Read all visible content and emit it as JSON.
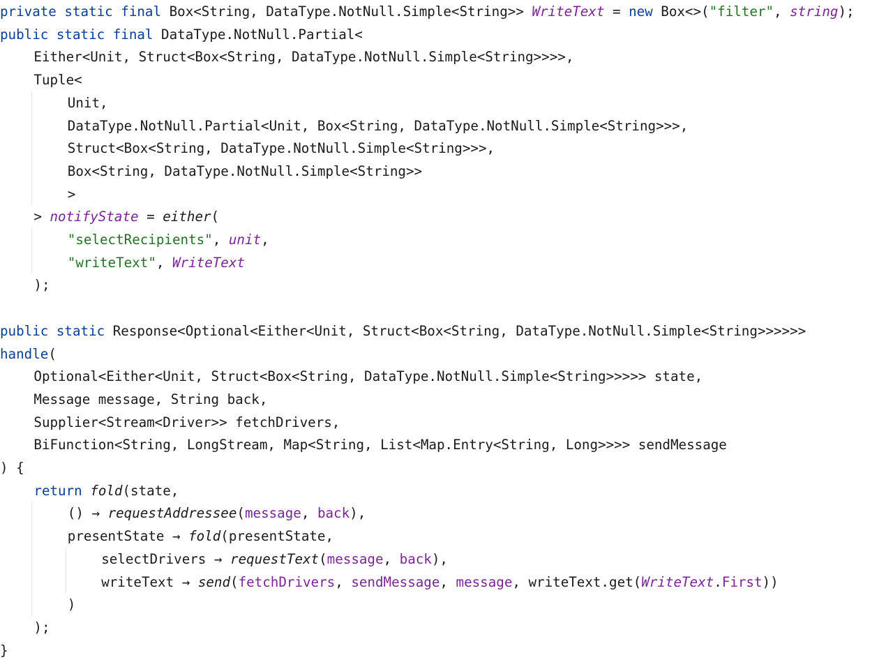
{
  "editor": {
    "colors": {
      "background": "#ffffff",
      "default_text": "#1a1a1a",
      "keyword": "#0b3e96",
      "string": "#217321",
      "field": "#7a2496",
      "indent_guide": "#e6e6e6"
    },
    "lines": [
      {
        "indent": 0,
        "tokens": [
          {
            "t": "private static final",
            "s": "kw"
          },
          {
            "t": " Box<String, DataType.NotNull.Simple<String>> "
          },
          {
            "t": "WriteText",
            "s": "fld ital"
          },
          {
            "t": " = "
          },
          {
            "t": "new",
            "s": "kw"
          },
          {
            "t": " Box<>("
          },
          {
            "t": "\"filter\"",
            "s": "str"
          },
          {
            "t": ", "
          },
          {
            "t": "string",
            "s": "fld ital"
          },
          {
            "t": ");"
          }
        ]
      },
      {
        "indent": 0,
        "tokens": [
          {
            "t": "public static final",
            "s": "kw"
          },
          {
            "t": " DataType.NotNull.Partial<"
          }
        ]
      },
      {
        "indent": 1,
        "tokens": [
          {
            "t": "Either<Unit, Struct<Box<String, DataType.NotNull.Simple<String>>>>,"
          }
        ]
      },
      {
        "indent": 1,
        "tokens": [
          {
            "t": "Tuple<"
          }
        ]
      },
      {
        "indent": 2,
        "tokens": [
          {
            "t": "Unit,"
          }
        ]
      },
      {
        "indent": 2,
        "tokens": [
          {
            "t": "DataType.NotNull.Partial<Unit, Box<String, DataType.NotNull.Simple<String>>>,"
          }
        ]
      },
      {
        "indent": 2,
        "tokens": [
          {
            "t": "Struct<Box<String, DataType.NotNull.Simple<String>>>,"
          }
        ]
      },
      {
        "indent": 2,
        "tokens": [
          {
            "t": "Box<String, DataType.NotNull.Simple<String>>"
          }
        ]
      },
      {
        "indent": 2,
        "tokens": [
          {
            "t": ">"
          }
        ]
      },
      {
        "indent": 1,
        "tokens": [
          {
            "t": "> "
          },
          {
            "t": "notifyState",
            "s": "fld ital"
          },
          {
            "t": " = "
          },
          {
            "t": "either",
            "s": "ital"
          },
          {
            "t": "("
          }
        ]
      },
      {
        "indent": 2,
        "tokens": [
          {
            "t": "\"selectRecipients\"",
            "s": "str"
          },
          {
            "t": ", "
          },
          {
            "t": "unit",
            "s": "fld ital"
          },
          {
            "t": ","
          }
        ]
      },
      {
        "indent": 2,
        "tokens": [
          {
            "t": "\"writeText\"",
            "s": "str"
          },
          {
            "t": ", "
          },
          {
            "t": "WriteText",
            "s": "fld ital"
          }
        ]
      },
      {
        "indent": 1,
        "tokens": [
          {
            "t": ");"
          }
        ]
      },
      {
        "indent": 0,
        "tokens": []
      },
      {
        "indent": 0,
        "tokens": [
          {
            "t": "public static",
            "s": "kw"
          },
          {
            "t": " Response<Optional<Either<Unit, Struct<Box<String, DataType.NotNull.Simple<String>>>>>>"
          }
        ]
      },
      {
        "indent": 0,
        "tokens": [
          {
            "t": "handle",
            "s": "fn"
          },
          {
            "t": "("
          }
        ]
      },
      {
        "indent": 1,
        "tokens": [
          {
            "t": "Optional<Either<Unit, Struct<Box<String, DataType.NotNull.Simple<String>>>>> state,"
          }
        ]
      },
      {
        "indent": 1,
        "tokens": [
          {
            "t": "Message message, String back,"
          }
        ]
      },
      {
        "indent": 1,
        "tokens": [
          {
            "t": "Supplier<Stream<Driver>> fetchDrivers,"
          }
        ]
      },
      {
        "indent": 1,
        "tokens": [
          {
            "t": "BiFunction<String, LongStream, Map<String, List<Map.Entry<String, Long>>>> sendMessage"
          }
        ]
      },
      {
        "indent": 0,
        "tokens": [
          {
            "t": ") {"
          }
        ]
      },
      {
        "indent": 1,
        "tokens": [
          {
            "t": "return",
            "s": "kw"
          },
          {
            "t": " "
          },
          {
            "t": "fold",
            "s": "ital"
          },
          {
            "t": "(state,"
          }
        ]
      },
      {
        "indent": 2,
        "tokens": [
          {
            "t": "() → "
          },
          {
            "t": "requestAddressee",
            "s": "ital"
          },
          {
            "t": "("
          },
          {
            "t": "message",
            "s": "fld"
          },
          {
            "t": ", "
          },
          {
            "t": "back",
            "s": "fld"
          },
          {
            "t": "),"
          }
        ]
      },
      {
        "indent": 2,
        "tokens": [
          {
            "t": "presentState → "
          },
          {
            "t": "fold",
            "s": "ital"
          },
          {
            "t": "(presentState,"
          }
        ]
      },
      {
        "indent": 3,
        "tokens": [
          {
            "t": "selectDrivers → "
          },
          {
            "t": "requestText",
            "s": "ital"
          },
          {
            "t": "("
          },
          {
            "t": "message",
            "s": "fld"
          },
          {
            "t": ", "
          },
          {
            "t": "back",
            "s": "fld"
          },
          {
            "t": "),"
          }
        ]
      },
      {
        "indent": 3,
        "tokens": [
          {
            "t": "writeText → "
          },
          {
            "t": "send",
            "s": "ital"
          },
          {
            "t": "("
          },
          {
            "t": "fetchDrivers",
            "s": "fld"
          },
          {
            "t": ", "
          },
          {
            "t": "sendMessage",
            "s": "fld"
          },
          {
            "t": ", "
          },
          {
            "t": "message",
            "s": "fld"
          },
          {
            "t": ", writeText.get("
          },
          {
            "t": "WriteText",
            "s": "fld ital"
          },
          {
            "t": "."
          },
          {
            "t": "First",
            "s": "fld"
          },
          {
            "t": "))"
          }
        ]
      },
      {
        "indent": 2,
        "tokens": [
          {
            "t": ")"
          }
        ]
      },
      {
        "indent": 1,
        "tokens": [
          {
            "t": ");"
          }
        ]
      },
      {
        "indent": 0,
        "tokens": [
          {
            "t": "}"
          }
        ]
      }
    ]
  }
}
